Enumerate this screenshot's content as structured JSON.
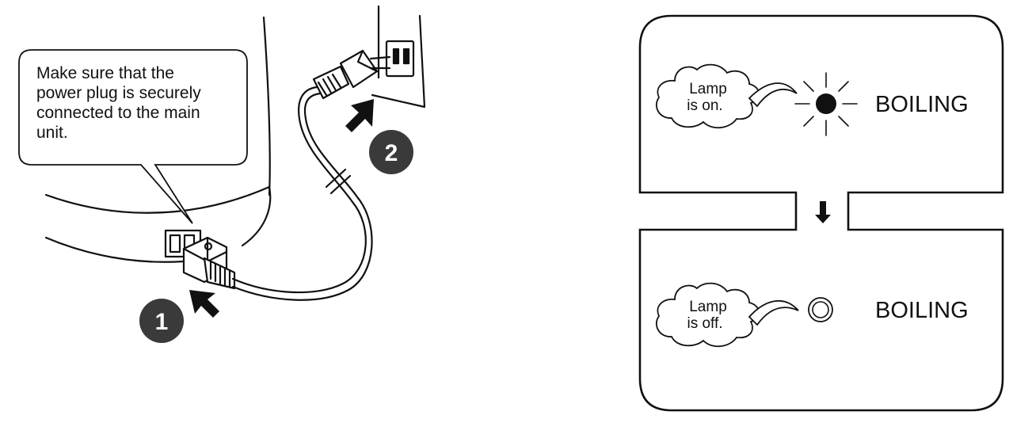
{
  "left_panel": {
    "callout_lines": [
      "Make sure that the",
      "power plug is securely",
      "connected to the main",
      "unit."
    ],
    "steps": [
      "1",
      "2"
    ]
  },
  "right_panel": {
    "top": {
      "bubble_line1": "Lamp",
      "bubble_line2": "is on.",
      "indicator_label": "BOILING",
      "lamp_state": "on"
    },
    "bottom": {
      "bubble_line1": "Lamp",
      "bubble_line2": "is off.",
      "indicator_label": "BOILING",
      "lamp_state": "off"
    },
    "transition_arrow": "down-arrow-icon"
  }
}
